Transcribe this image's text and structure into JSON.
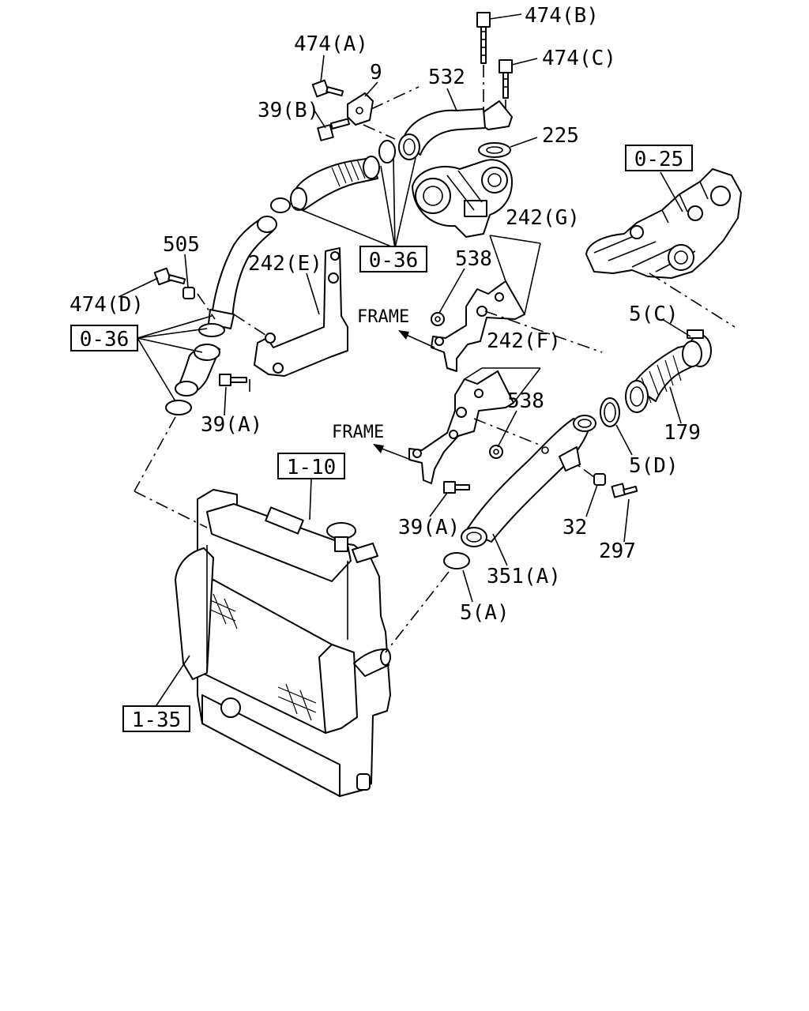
{
  "labels": {
    "l474A": "474(A)",
    "l474B": "474(B)",
    "l474C": "474(C)",
    "l474D": "474(D)",
    "l9": "9",
    "l532": "532",
    "l39B": "39(B)",
    "l225": "225",
    "l505": "505",
    "l242E": "242(E)",
    "l242G": "242(G)",
    "l242F": "242(F)",
    "l538a": "538",
    "l538b": "538",
    "l5C": "5(C)",
    "l5D": "5(D)",
    "l5A": "5(A)",
    "l179": "179",
    "l39A1": "39(A)",
    "l39A2": "39(A)",
    "l32": "32",
    "l297": "297",
    "l351A": "351(A)",
    "frame1": "FRAME",
    "frame2": "FRAME"
  },
  "refs": {
    "r036a": "0-36",
    "r036b": "0-36",
    "r025": "0-25",
    "r110": "1-10",
    "r135": "1-35"
  }
}
